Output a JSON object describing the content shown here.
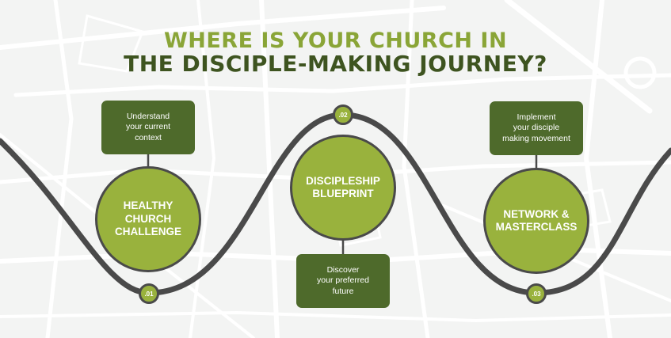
{
  "title": {
    "line1": "WHERE IS YOUR CHURCH IN",
    "line2": "THE DISCIPLE-MAKING JOURNEY?"
  },
  "steps": [
    {
      "number": ".01",
      "name": "HEALTHY\nCHURCH\nCHALLENGE",
      "description": "Understand\nyour current\ncontext"
    },
    {
      "number": ".02",
      "name": "DISCIPLESHIP\nBLUEPRINT",
      "description": "Discover\nyour preferred\nfuture"
    },
    {
      "number": ".03",
      "name": "NETWORK &\nMASTERCLASS",
      "description": "Implement\nyour disciple\nmaking movement"
    }
  ],
  "colors": {
    "title_line1": "#8aa537",
    "title_line2": "#3e5420",
    "circle_fill": "#99b23d",
    "box_fill": "#4e6a2b",
    "path_stroke": "#4a4a4a",
    "background": "#f3f4f3"
  }
}
